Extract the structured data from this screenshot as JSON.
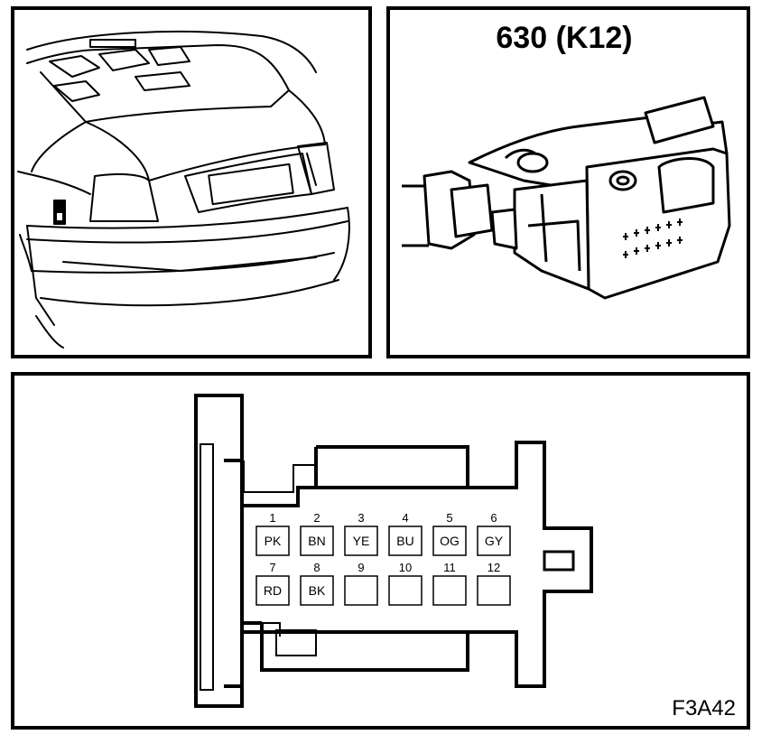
{
  "connector": {
    "title": "630 (K12)",
    "figure_code": "F3A42"
  },
  "pins": [
    {
      "number": "1",
      "color": "PK"
    },
    {
      "number": "2",
      "color": "BN"
    },
    {
      "number": "3",
      "color": "YE"
    },
    {
      "number": "4",
      "color": "BU"
    },
    {
      "number": "5",
      "color": "OG"
    },
    {
      "number": "6",
      "color": "GY"
    },
    {
      "number": "7",
      "color": "RD"
    },
    {
      "number": "8",
      "color": "BK"
    },
    {
      "number": "9",
      "color": ""
    },
    {
      "number": "10",
      "color": ""
    },
    {
      "number": "11",
      "color": ""
    },
    {
      "number": "12",
      "color": ""
    }
  ]
}
